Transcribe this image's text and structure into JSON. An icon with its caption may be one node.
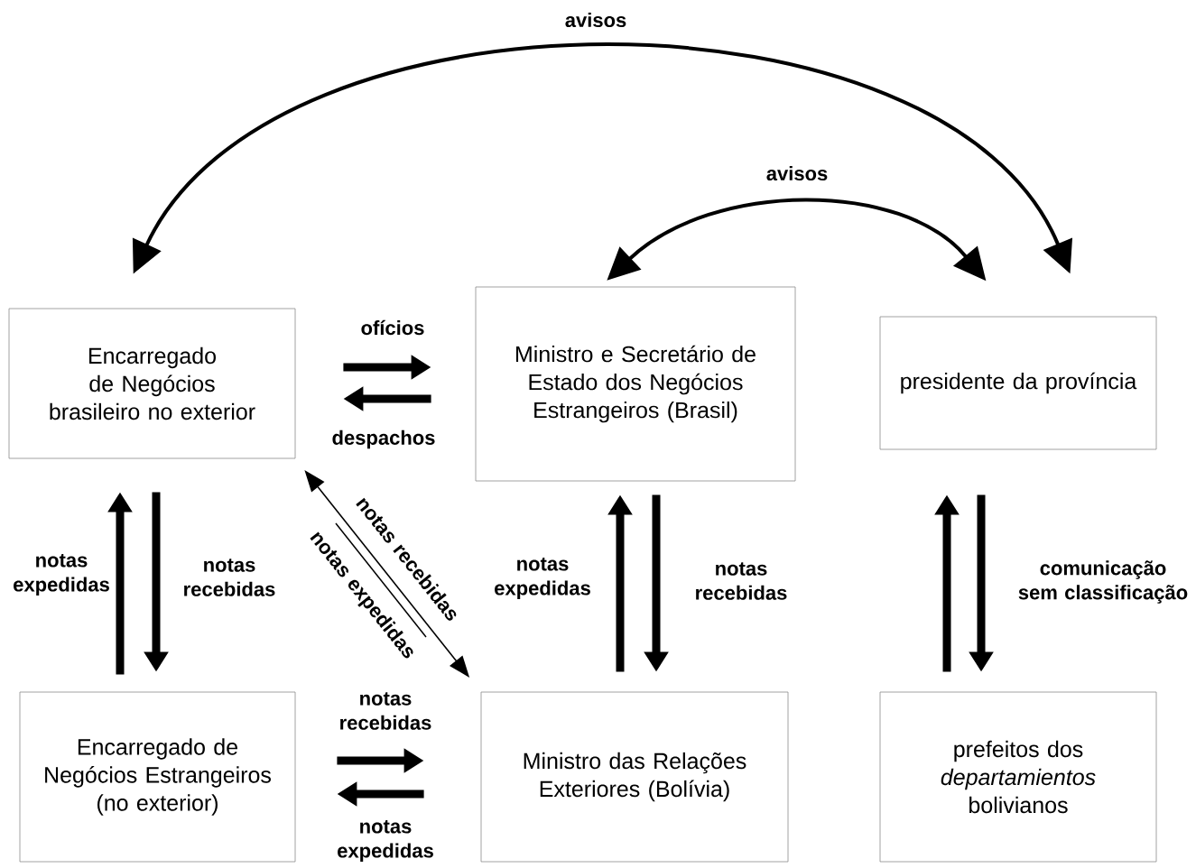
{
  "diagram": {
    "nodes": [
      {
        "text": [
          "Encarregado de Negócios brasileiro no exterior"
        ]
      },
      {
        "text": [
          "Ministro e Secretário de Estado dos Negócios Estrangeiros (Brasil)"
        ]
      },
      {
        "text": [
          "presidente da província"
        ]
      },
      {
        "text": [
          "Encarregado de Negócios Estrangeiros (no exterior)"
        ]
      },
      {
        "text": [
          "Ministro das Relações Exteriores (Bolívia)"
        ]
      },
      {
        "text": [
          "prefeitos dos *departamientos* bolivianos"
        ]
      }
    ],
    "edges": [
      {
        "from": 0,
        "to": 2,
        "arrow": "both",
        "label": "avisos"
      },
      {
        "from": 1,
        "to": 2,
        "arrow": "both",
        "label": "avisos"
      },
      {
        "from": 0,
        "to": 1,
        "arrow": "to",
        "label": "ofícios"
      },
      {
        "from": 1,
        "to": 0,
        "arrow": "to",
        "label": "despachos"
      },
      {
        "from": 3,
        "to": 0,
        "arrow": "to",
        "label": "notas expedidas"
      },
      {
        "from": 0,
        "to": 3,
        "arrow": "to",
        "label": "notas recebidas"
      },
      {
        "from": 0,
        "to": 4,
        "arrow": "both",
        "label": "notas recebidas"
      },
      {
        "from": 4,
        "to": 1,
        "arrow": "to",
        "label": "notas expedidas"
      },
      {
        "from": 1,
        "to": 4,
        "arrow": "to",
        "label": "notas recebidas"
      },
      {
        "from": 3,
        "to": 4,
        "arrow": "to",
        "label": "notas recebidas"
      },
      {
        "from": 4,
        "to": 3,
        "arrow": "to",
        "label": "notas expedidas"
      },
      {
        "from": 5,
        "to": 2,
        "arrow": "to"
      },
      {
        "from": 2,
        "to": 5,
        "arrow": "to",
        "label": "comunicação sem classificação"
      }
    ],
    "labels": [
      "notas expedidas"
    ]
  }
}
